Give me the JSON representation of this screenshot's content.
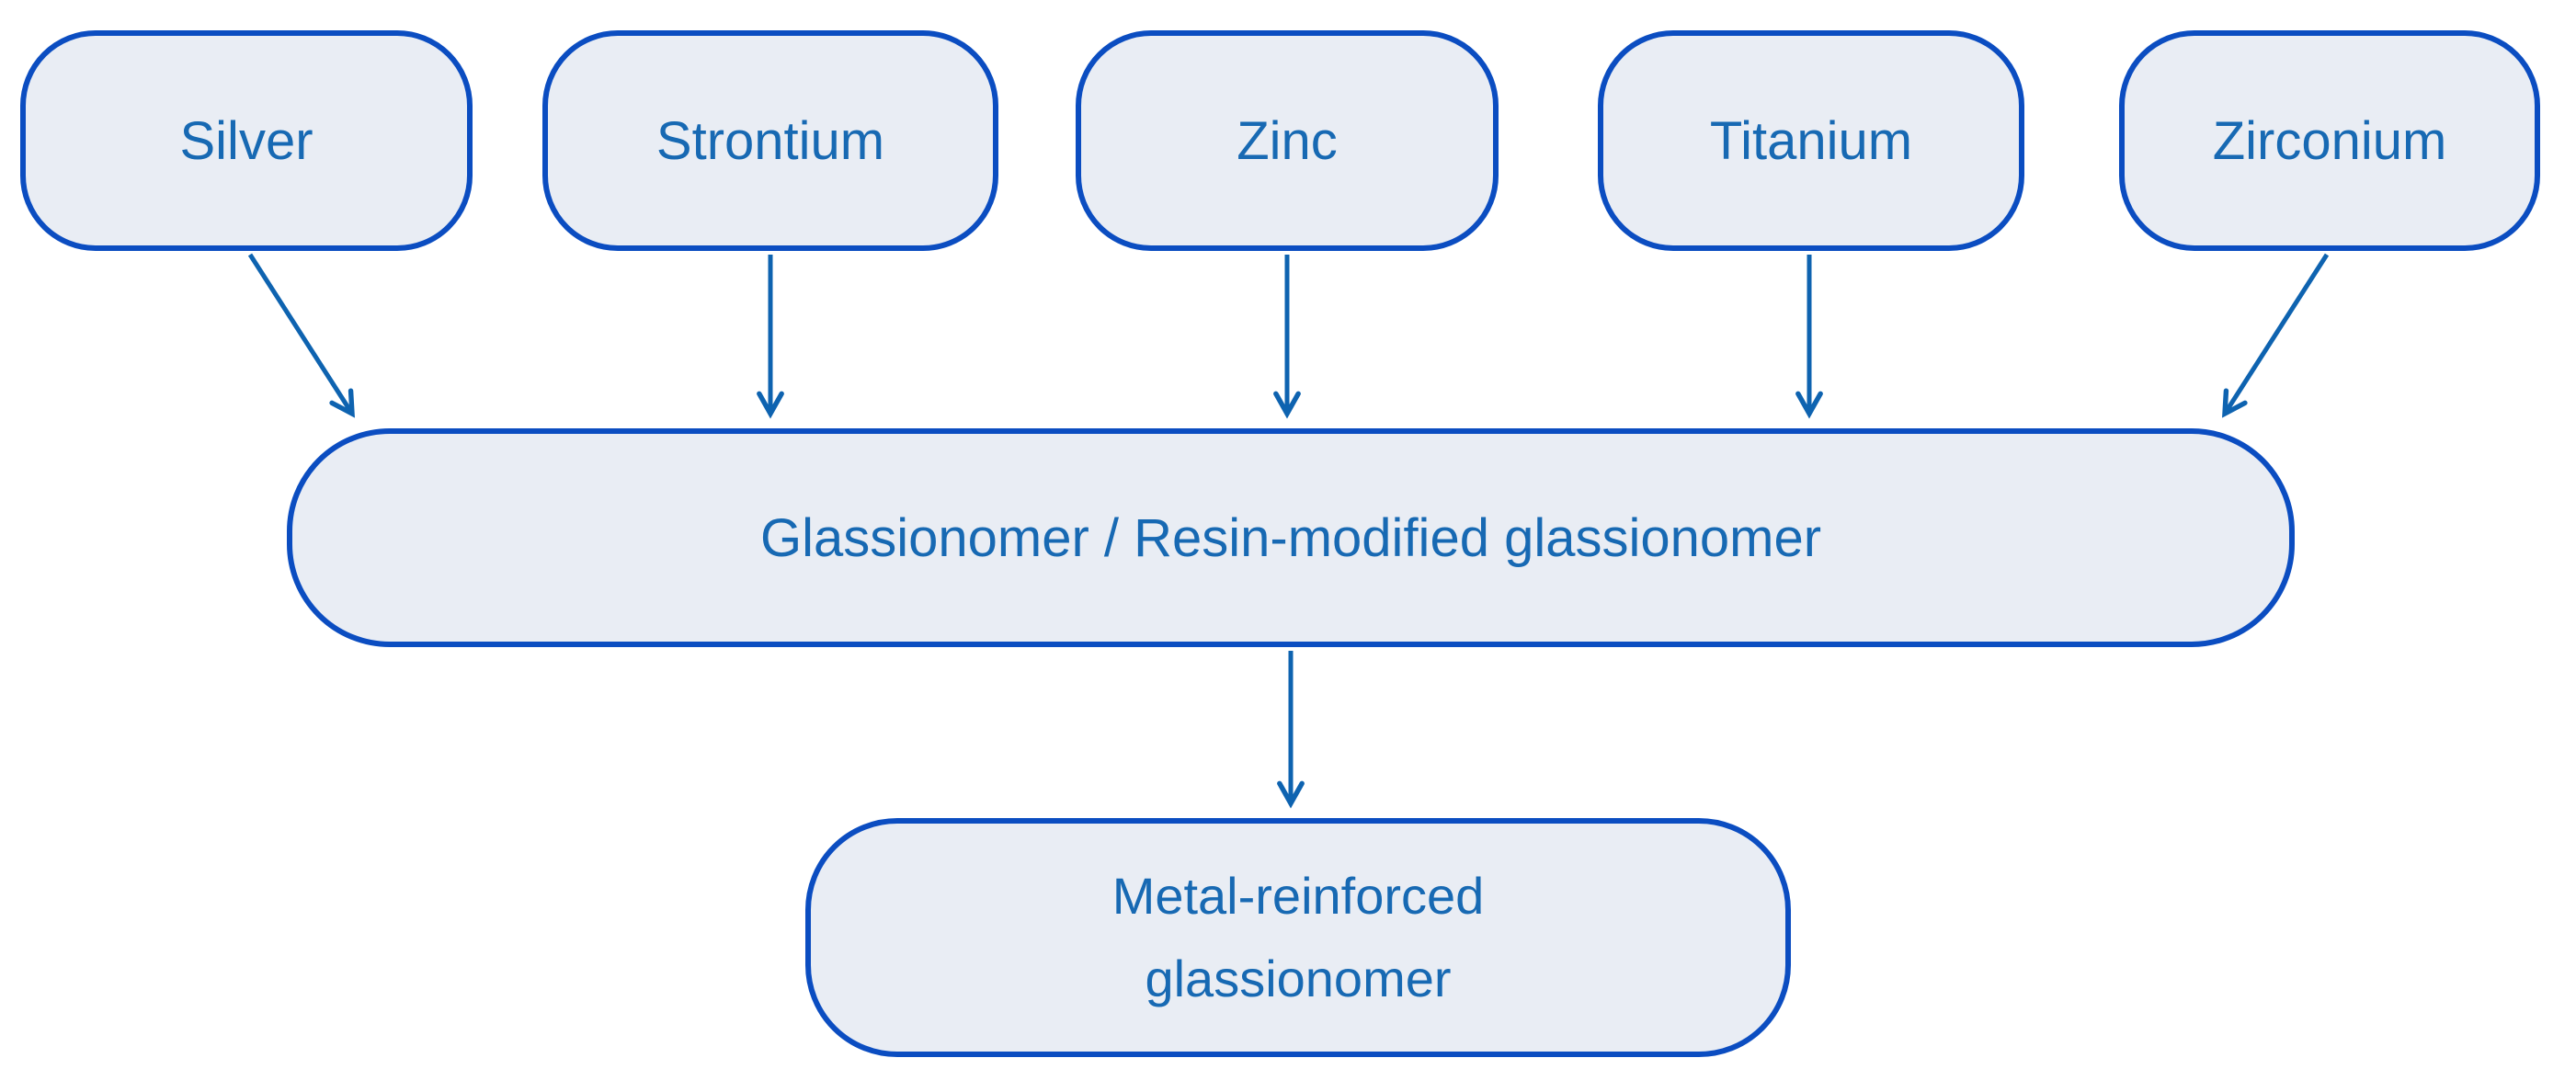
{
  "diagram_type": "flowchart",
  "nodes": {
    "silver": {
      "label": "Silver"
    },
    "strontium": {
      "label": "Strontium"
    },
    "zinc": {
      "label": "Zinc"
    },
    "titanium": {
      "label": "Titanium"
    },
    "zirconium": {
      "label": "Zirconium"
    },
    "glassionomer": {
      "label": "Glassionomer / Resin-modified glassionomer"
    },
    "metal": {
      "label": "Metal-reinforced glassionomer"
    }
  },
  "edges": [
    {
      "from": "silver",
      "to": "glassionomer"
    },
    {
      "from": "strontium",
      "to": "glassionomer"
    },
    {
      "from": "zinc",
      "to": "glassionomer"
    },
    {
      "from": "titanium",
      "to": "glassionomer"
    },
    {
      "from": "zirconium",
      "to": "glassionomer"
    },
    {
      "from": "glassionomer",
      "to": "metal"
    }
  ],
  "colors": {
    "node_fill": "#e9edf4",
    "node_border": "#0b4dc1",
    "text": "#1769b3",
    "arrow": "#0e63b0",
    "background": "#ffffff"
  }
}
